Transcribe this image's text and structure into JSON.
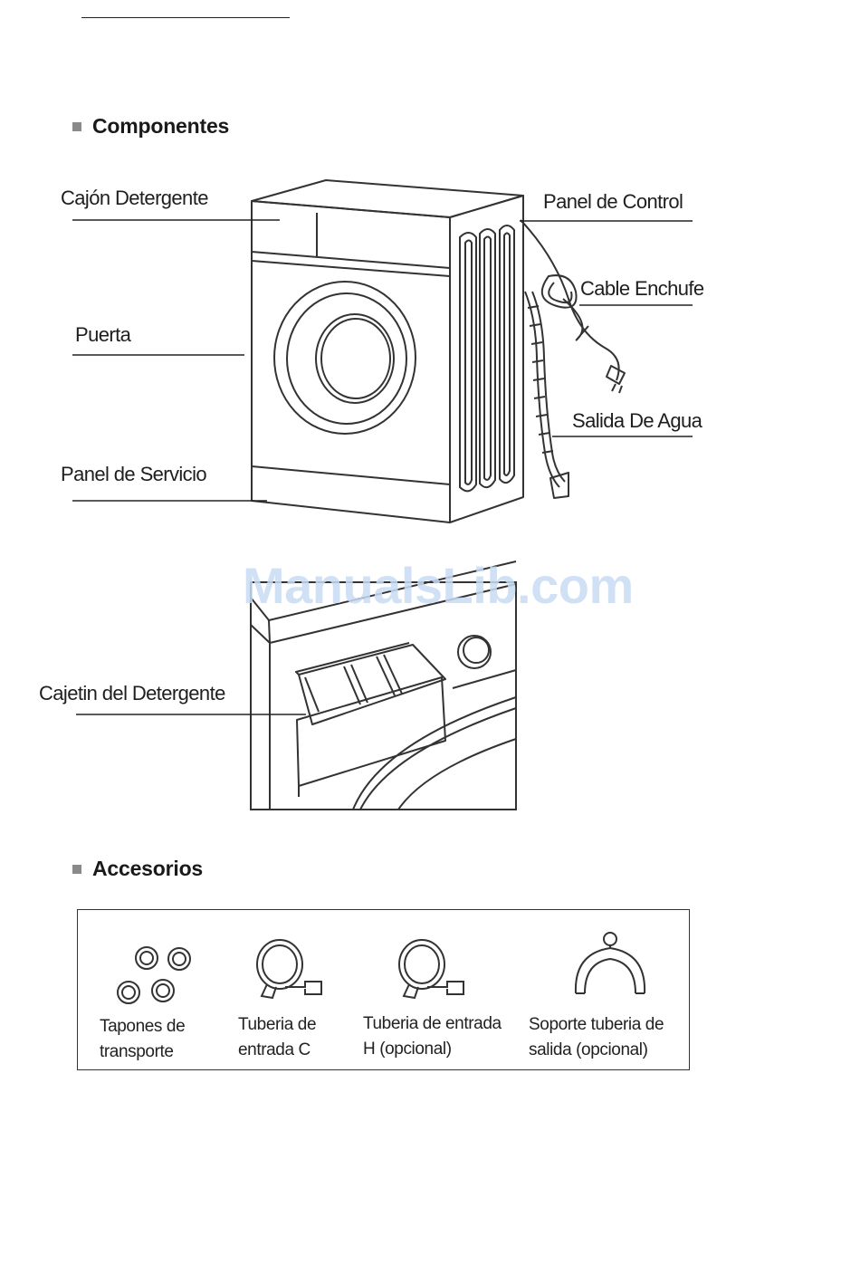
{
  "sections": {
    "components_heading": "Componentes",
    "accessories_heading": "Accesorios"
  },
  "components": {
    "drawer": "Cajón Detergente",
    "door": "Puerta",
    "service_panel": "Panel de Servicio",
    "control_panel": "Panel de Control",
    "power_cable": "Cable Enchufe",
    "water_outlet": "Salida De Agua"
  },
  "detail": {
    "detergent_box": "Cajetin del Detergente"
  },
  "watermark": "ManualsLib.com",
  "accessories": [
    {
      "line1": "Tapones de",
      "line2": "transporte"
    },
    {
      "line1": "Tuberia de",
      "line2": "entrada C"
    },
    {
      "line1": "Tuberia de entrada",
      "line2": "H (opcional)"
    },
    {
      "line1": "Soporte tuberia de",
      "line2": "salida (opcional)"
    }
  ]
}
